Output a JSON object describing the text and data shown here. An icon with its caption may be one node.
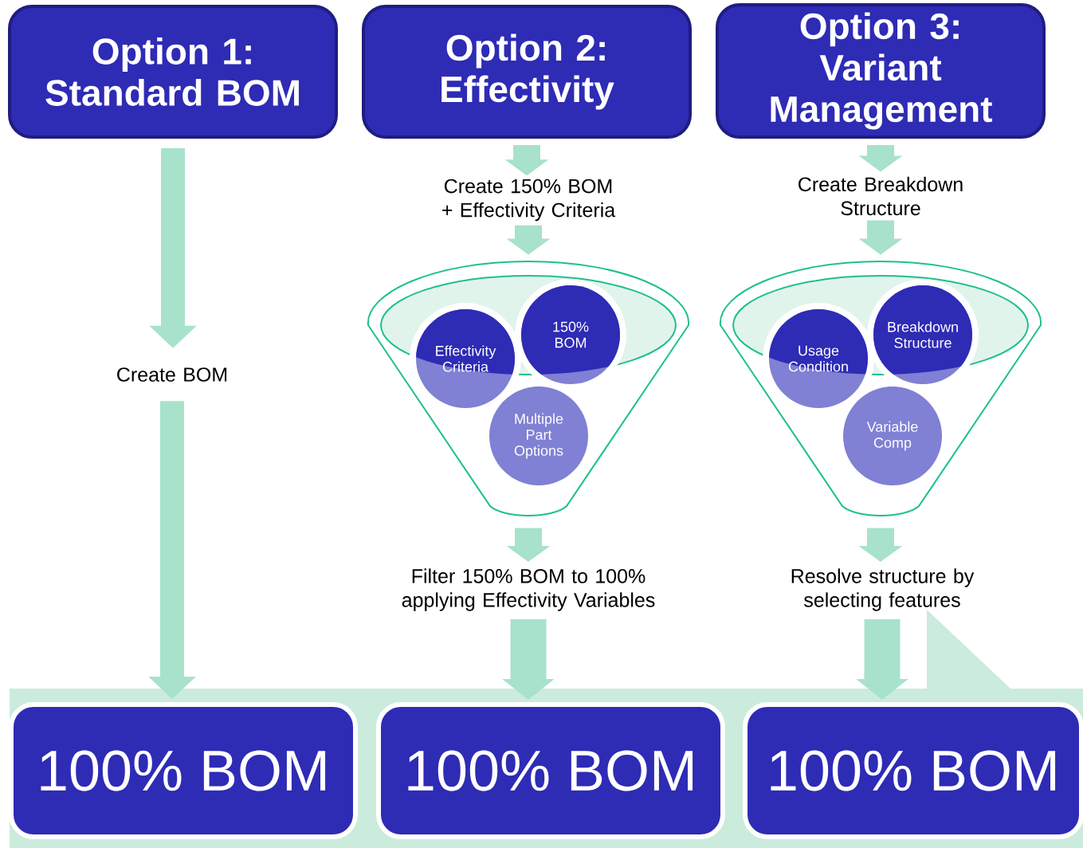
{
  "diagram": {
    "nodes": [
      {
        "text": [
          "Option 1: Standard BOM"
        ]
      },
      {
        "text": [
          "Option 2: Effectivity"
        ]
      },
      {
        "text": [
          "Option 3: Variant Management"
        ]
      },
      {
        "text": [
          "Create BOM"
        ]
      },
      {
        "text": [
          "Create 150% BOM + Effectivity Criteria"
        ]
      },
      {
        "text": [],
        "shape": "funnel"
      },
      {
        "text": [
          "Effectivity Criteria"
        ],
        "in": 5
      },
      {
        "text": [
          "150% BOM"
        ],
        "in": 5
      },
      {
        "text": [
          "Multiple Part Options"
        ],
        "in": 5
      },
      {
        "text": [
          "Filter 150% BOM to 100% applying Effectivity Variables"
        ]
      },
      {
        "text": [
          "Create Breakdown Structure"
        ]
      },
      {
        "text": [],
        "shape": "funnel"
      },
      {
        "text": [
          "Usage Condition"
        ],
        "in": 11
      },
      {
        "text": [
          "Breakdown Structure"
        ],
        "in": 11
      },
      {
        "text": [
          "Variable Comp"
        ],
        "in": 11
      },
      {
        "text": [
          "Resolve structure by selecting features"
        ]
      },
      {
        "text": [
          "100% BOM"
        ]
      },
      {
        "text": [
          "100% BOM"
        ]
      },
      {
        "text": [
          "100% BOM"
        ]
      }
    ],
    "edges": [
      {
        "from": 0,
        "to": 3,
        "arrow": "to"
      },
      {
        "from": 3,
        "to": 16,
        "arrow": "to"
      },
      {
        "from": 1,
        "to": 4,
        "arrow": "to"
      },
      {
        "from": 4,
        "to": 5,
        "arrow": "to"
      },
      {
        "from": 5,
        "to": 9,
        "arrow": "to"
      },
      {
        "from": 9,
        "to": 17,
        "arrow": "to"
      },
      {
        "from": 2,
        "to": 10,
        "arrow": "to"
      },
      {
        "from": 10,
        "to": 11,
        "arrow": "to"
      },
      {
        "from": 11,
        "to": 15,
        "arrow": "to"
      },
      {
        "from": 15,
        "to": 18,
        "arrow": "to"
      }
    ]
  }
}
